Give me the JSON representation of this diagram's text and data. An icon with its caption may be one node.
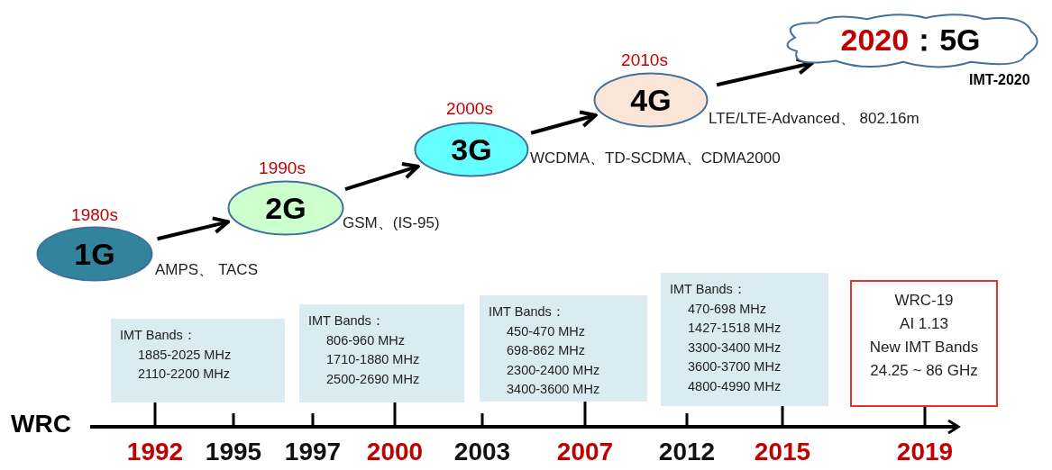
{
  "diagram": {
    "nodes": [
      {
        "text": [
          "1G"
        ],
        "beside": [
          "1980s",
          "AMPS、 TACS"
        ]
      },
      {
        "text": [
          "2G"
        ],
        "beside": [
          "1990s",
          "GSM、(IS-95)"
        ]
      },
      {
        "text": [
          "3G"
        ],
        "beside": [
          "2000s",
          "WCDMA、TD-SCDMA、CDMA2000"
        ]
      },
      {
        "text": [
          "4G"
        ],
        "beside": [
          "2010s",
          "LTE/LTE-Advanced、 802.16m"
        ]
      },
      {
        "text": [
          "2020",
          "：5G"
        ],
        "beside": [
          "IMT-2020"
        ]
      },
      {
        "text": [
          "IMT Bands：",
          "1885-2025 MHz",
          "2110-2200 MHz"
        ]
      },
      {
        "text": [
          "IMT Bands：",
          "806-960 MHz",
          "1710-1880 MHz",
          "2500-2690 MHz"
        ]
      },
      {
        "text": [
          "IMT Bands：",
          "450-470 MHz",
          "698-862 MHz",
          "2300-2400 MHz",
          "3400-3600 MHz"
        ]
      },
      {
        "text": [
          "IMT Bands：",
          "470-698 MHz",
          "1427-1518 MHz",
          "3300-3400 MHz",
          "3600-3700 MHz",
          "4800-4990 MHz"
        ]
      },
      {
        "text": [
          "WRC-19",
          "AI 1.13",
          "New IMT Bands",
          "24.25 ~ 86 GHz"
        ]
      },
      {
        "text": [],
        "shape": "arrow"
      }
    ],
    "edges": [
      {
        "from": 0,
        "to": 1,
        "arrow": "to"
      },
      {
        "from": 1,
        "to": 2,
        "arrow": "to"
      },
      {
        "from": 2,
        "to": 3,
        "arrow": "to"
      },
      {
        "from": 3,
        "to": 4,
        "arrow": "to"
      },
      {
        "from": 5,
        "to": 10,
        "arrow": "none"
      },
      {
        "from": 6,
        "to": 10,
        "arrow": "none"
      },
      {
        "from": 7,
        "to": 10,
        "arrow": "none"
      },
      {
        "from": 8,
        "to": 10,
        "arrow": "none"
      },
      {
        "from": 9,
        "to": 10,
        "arrow": "none"
      }
    ],
    "labels": [
      "WRC",
      "1992",
      "1995",
      "1997",
      "2000",
      "2003",
      "2007",
      "2012",
      "2015",
      "2019"
    ]
  }
}
